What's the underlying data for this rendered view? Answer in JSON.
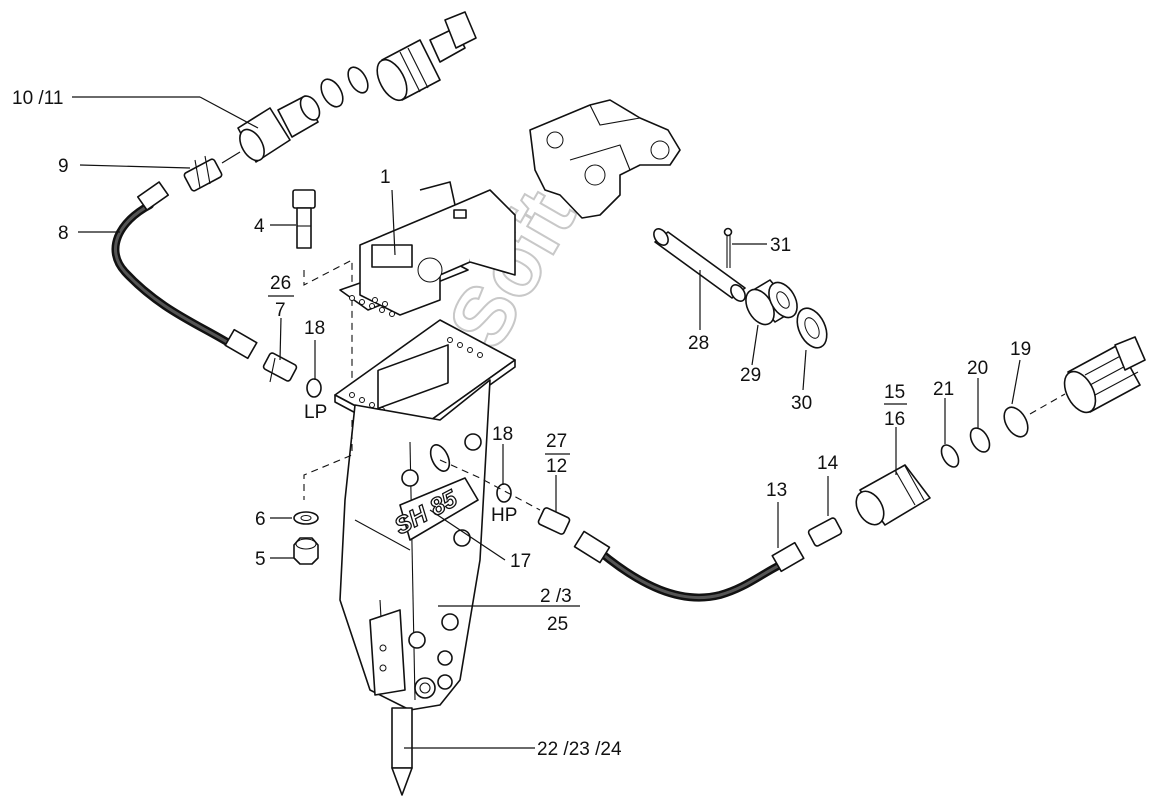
{
  "watermark": "AutoSoft",
  "model_mark": "SH 85",
  "labels": {
    "l1": "1",
    "l2_3": "2 /3",
    "l25": "25",
    "l4": "4",
    "l5": "5",
    "l6": "6",
    "l7": "7",
    "l26": "26",
    "l8": "8",
    "l9": "9",
    "l10_11": "10 /11",
    "l12": "12",
    "l27": "27",
    "l13": "13",
    "l14": "14",
    "l15": "15",
    "l16": "16",
    "l17": "17",
    "l18a": "18",
    "l18b": "18",
    "l19": "19",
    "l20": "20",
    "l21": "21",
    "l22_24": "22 /23 /24",
    "l28": "28",
    "l29": "29",
    "l30": "30",
    "l31": "31",
    "lp": "LP",
    "hp": "HP"
  }
}
